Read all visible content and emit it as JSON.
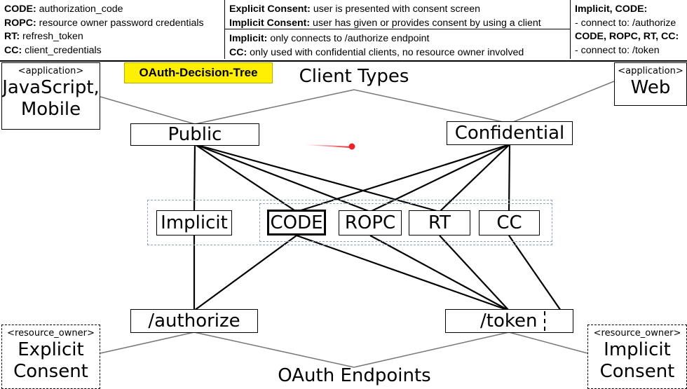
{
  "legend": {
    "abbrev": [
      {
        "key": "CODE:",
        "text": " authorization_code"
      },
      {
        "key": "ROPC:",
        "text": " resource owner password credentials"
      },
      {
        "key": "RT:",
        "text": " refresh_token"
      },
      {
        "key": "CC:",
        "text": " client_credentials"
      }
    ],
    "consent": [
      {
        "key": "Explicit Consent:",
        "text": " user is presented with consent screen"
      },
      {
        "key": "Implicit Consent:",
        "text": " user has given or provides consent by using a client"
      }
    ],
    "endpoints_info": [
      {
        "key": "Implicit:",
        "text": " only connects to /authorize endpoint"
      },
      {
        "key": "CC:",
        "text": " only used with confidential clients, no resource owner involved"
      }
    ],
    "connect": {
      "authorize_key": "Implicit, CODE:",
      "authorize_text": "- connect to: /authorize",
      "token_key": "CODE, ROPC, RT, CC:",
      "token_text": "- connect to: /token"
    }
  },
  "diagram": {
    "title": "OAuth-Decision-Tree",
    "client_types_label": "Client Types",
    "endpoints_label": "OAuth Endpoints",
    "apps": {
      "left": {
        "stereotype": "<application>",
        "name_line1": "JavaScript,",
        "name_line2": "Mobile"
      },
      "right": {
        "stereotype": "<application>",
        "name_line1": "Web"
      }
    },
    "owners": {
      "left": {
        "stereotype": "<resource_owner>",
        "name_line1": "Explicit",
        "name_line2": "Consent"
      },
      "right": {
        "stereotype": "<resource_owner>",
        "name_line1": "Implicit",
        "name_line2": "Consent"
      }
    },
    "clients": {
      "public": "Public",
      "confidential": "Confidential"
    },
    "grants": {
      "implicit": "Implicit",
      "code": "CODE",
      "ropc": "ROPC",
      "rt": "RT",
      "cc": "CC"
    },
    "endpoints": {
      "authorize": "/authorize",
      "token": "/token"
    },
    "colors": {
      "dashed_group": "#8ea2c4",
      "title_bg": "#ffef00",
      "laser": "#e8262a"
    }
  }
}
